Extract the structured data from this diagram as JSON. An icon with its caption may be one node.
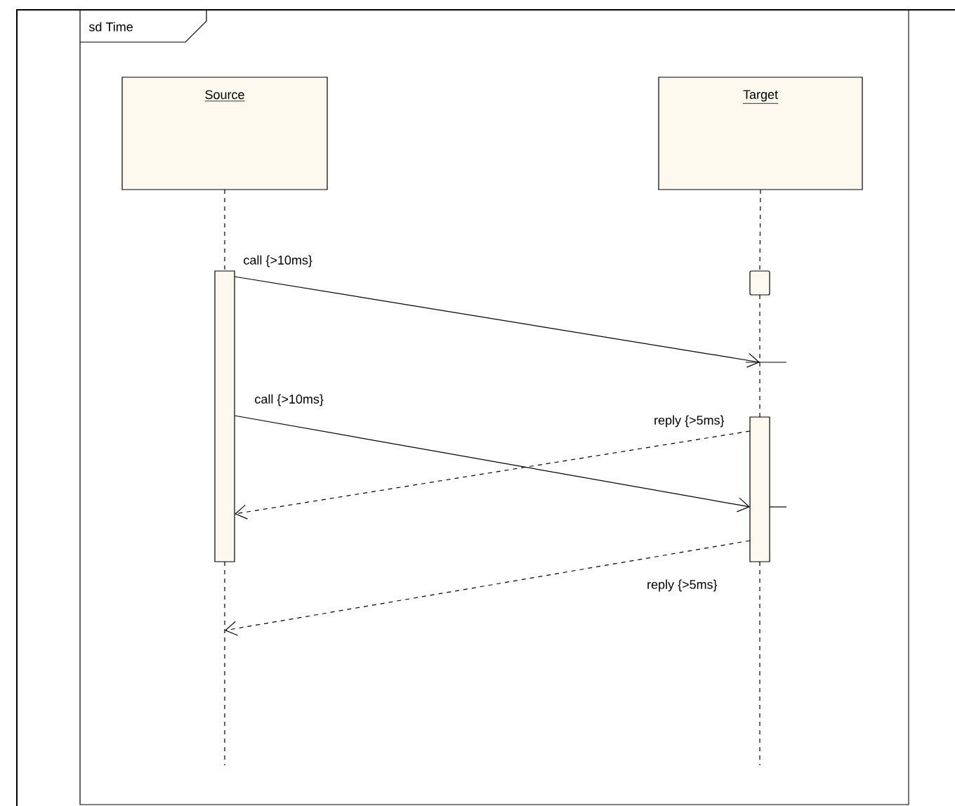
{
  "diagram": {
    "nodes": [
      {
        "text": [
          "sd Time"
        ]
      },
      {
        "text": [
          "Source"
        ],
        "in": 0
      },
      {
        "text": [
          "Target"
        ],
        "in": 0
      },
      {
        "text": [],
        "shape": "bar",
        "in": 0
      },
      {
        "text": [],
        "shape": "box",
        "in": 0
      },
      {
        "text": [],
        "shape": "bar",
        "in": 0
      }
    ],
    "edges": [
      {
        "from": 1,
        "to": 3,
        "arrow": "none",
        "style": "dashed"
      },
      {
        "from": 2,
        "to": 4,
        "arrow": "none",
        "style": "dashed"
      },
      {
        "from": 4,
        "to": 5,
        "arrow": "none",
        "style": "dashed"
      },
      {
        "from": 3,
        "to": null,
        "arrow": "to",
        "label": "call {>10ms}"
      },
      {
        "from": 3,
        "to": 5,
        "arrow": "to",
        "label": "call {>10ms}"
      },
      {
        "from": 5,
        "to": 3,
        "arrow": "to",
        "style": "dashed",
        "label": "reply {>5ms}"
      },
      {
        "from": 5,
        "to": null,
        "arrow": "to",
        "style": "dashed",
        "label": "reply {>5ms}"
      }
    ]
  }
}
